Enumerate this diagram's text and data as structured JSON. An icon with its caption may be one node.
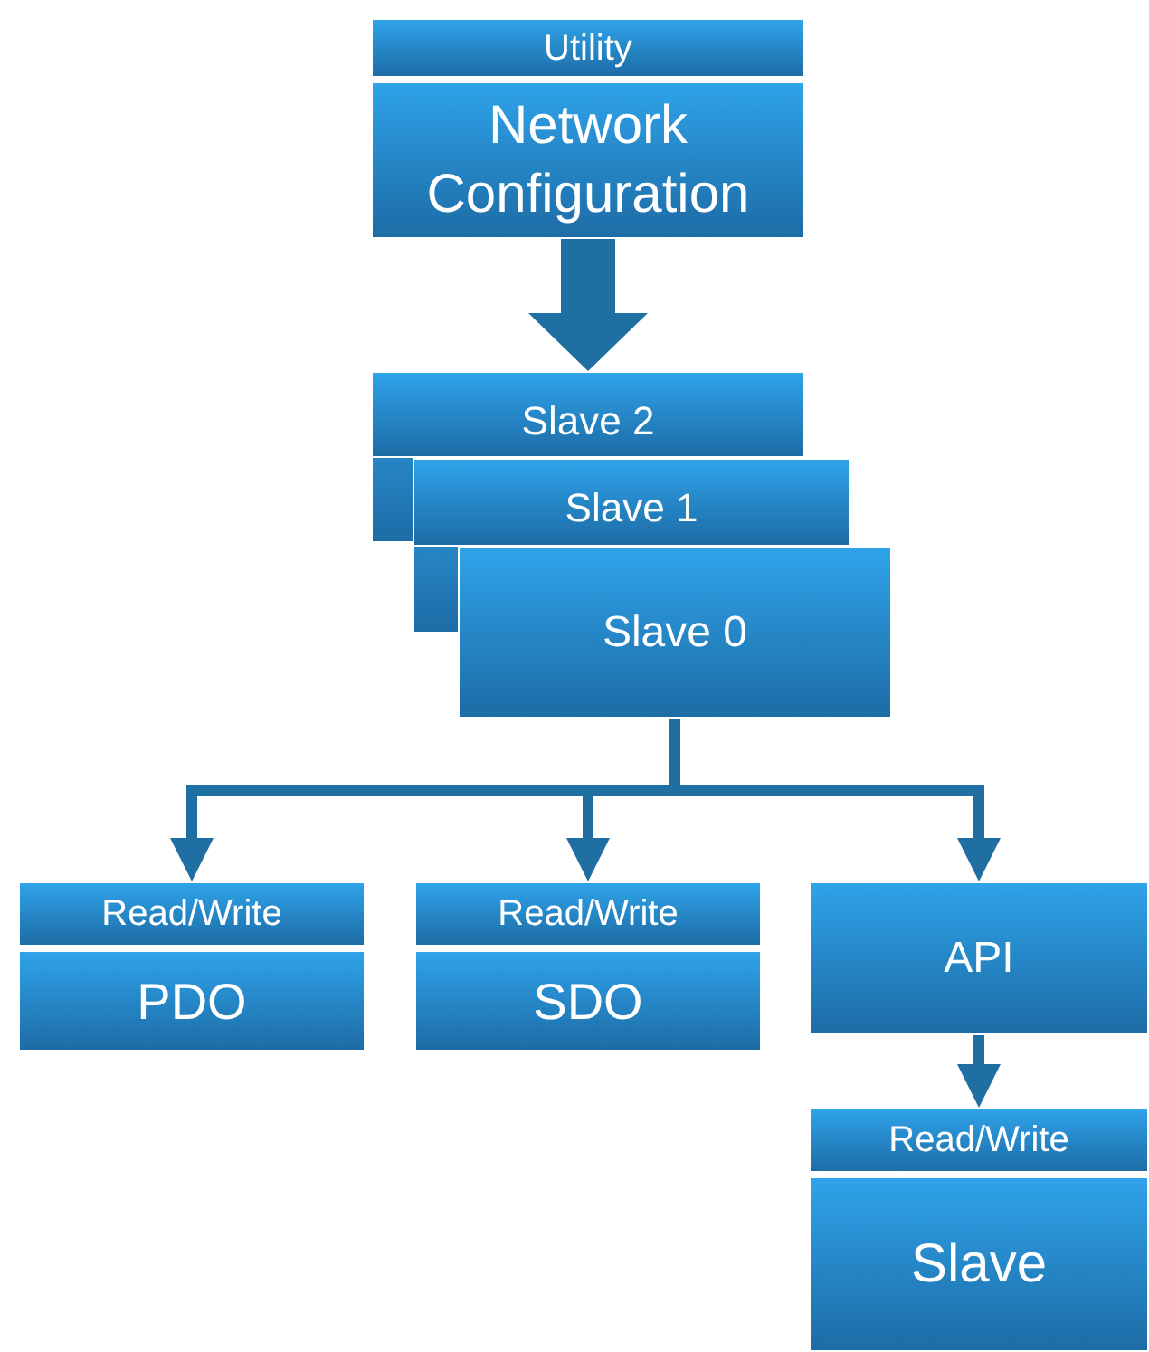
{
  "diagram": {
    "nodes": [
      {
        "text": [
          "Utility",
          "Network Configuration"
        ]
      },
      {
        "text": [
          "Slave 2"
        ]
      },
      {
        "text": [
          "Slave 1"
        ]
      },
      {
        "text": [
          "Slave 0"
        ]
      },
      {
        "text": [
          "Read/Write",
          "PDO"
        ]
      },
      {
        "text": [
          "Read/Write",
          "SDO"
        ]
      },
      {
        "text": [
          "API"
        ]
      },
      {
        "text": [
          "Read/Write",
          "Slave"
        ]
      }
    ],
    "edges": [
      {
        "from": 0,
        "to": 1,
        "arrow": "to",
        "style": "thick"
      },
      {
        "from": 3,
        "to": 4,
        "arrow": "to"
      },
      {
        "from": 3,
        "to": 5,
        "arrow": "to"
      },
      {
        "from": 3,
        "to": 6,
        "arrow": "to"
      },
      {
        "from": 6,
        "to": 7,
        "arrow": "to"
      }
    ]
  }
}
